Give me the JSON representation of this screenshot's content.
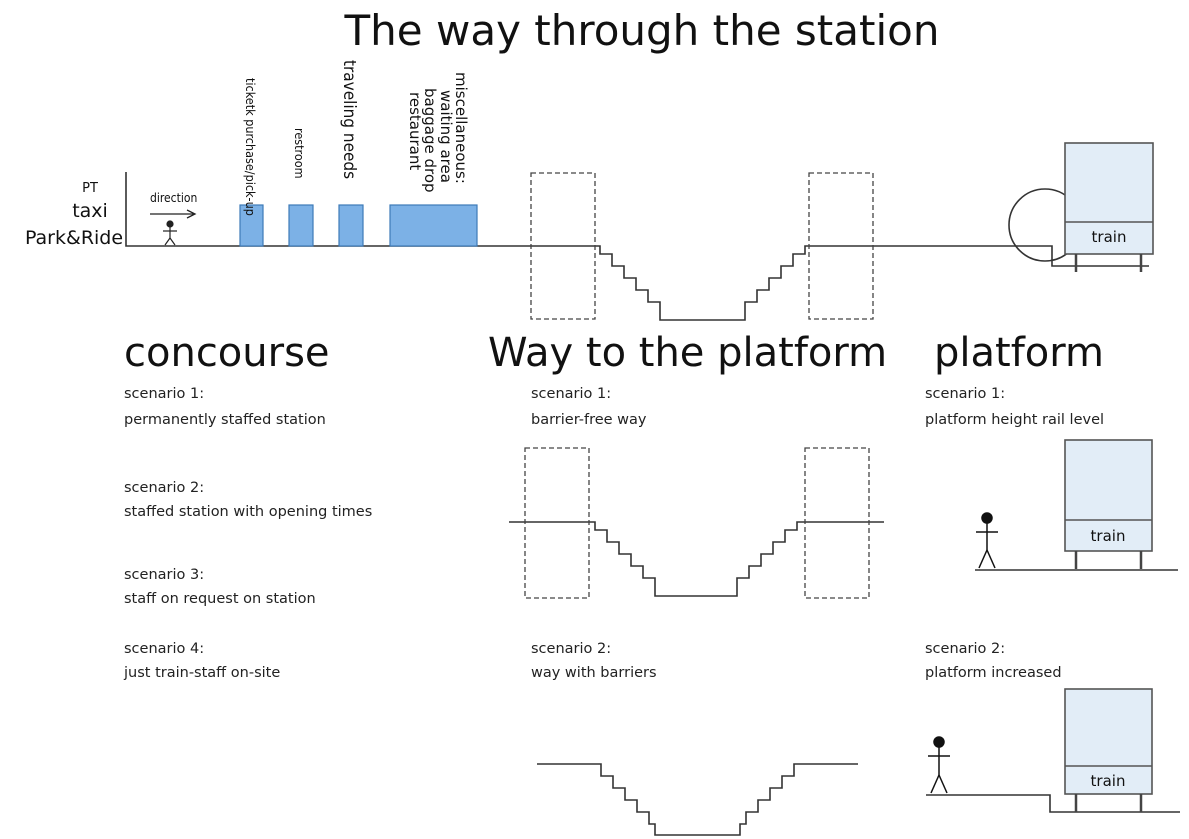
{
  "title": "The way through the station",
  "access": {
    "line1": "PT",
    "line2": "taxi",
    "line3": "Park&Ride"
  },
  "direction_label": "direction",
  "facilities": {
    "ticket": "ticketk purchase/pick-up",
    "restroom": "restroom",
    "travel": "traveling needs",
    "misc": [
      "miscellaneous:",
      "waiting area",
      "baggage drop",
      "restaurant"
    ]
  },
  "train_label": "train",
  "colors": {
    "facility_box": "#7cb1e6",
    "train_body": "#e2edf7",
    "line": "#333333"
  },
  "icons": [
    "person-icon",
    "arrow-right-icon",
    "circle-highlight-icon"
  ],
  "sections": {
    "concourse": {
      "heading": "concourse",
      "scenarios": [
        {
          "label": "scenario 1:",
          "desc": "permanently staffed station"
        },
        {
          "label": "scenario 2:",
          "desc": "staffed station with opening times"
        },
        {
          "label": "scenario 3:",
          "desc": "staff on request on station"
        },
        {
          "label": "scenario 4:",
          "desc": "just train-staff on-site"
        }
      ]
    },
    "way": {
      "heading": "Way to the platform",
      "scenarios": [
        {
          "label": "scenario 1:",
          "desc": "barrier-free way"
        },
        {
          "label": "scenario 2:",
          "desc": "way with barriers"
        }
      ]
    },
    "platform": {
      "heading": "platform",
      "scenarios": [
        {
          "label": "scenario 1:",
          "desc": "platform height rail level"
        },
        {
          "label": "scenario 2:",
          "desc": "platform increased"
        }
      ]
    }
  }
}
